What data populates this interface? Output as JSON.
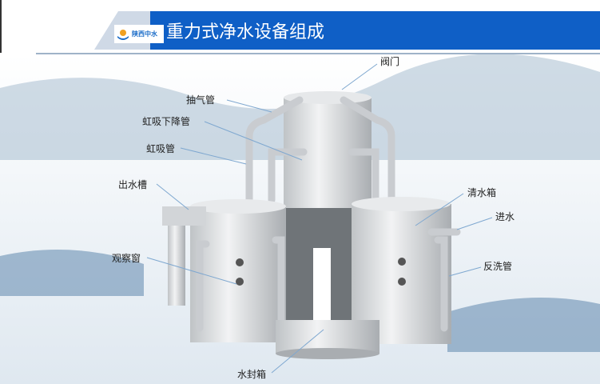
{
  "header": {
    "title": "重力式净水设备组成",
    "logo_text": "陕西中水",
    "accent": "#0f5fc6"
  },
  "labels": {
    "valve": "阀门",
    "exhaust_pipe": "抽气管",
    "siphon_down_pipe": "虹吸下降管",
    "siphon_pipe": "虹吸管",
    "outlet_trough": "出水槽",
    "observation_window": "观察窗",
    "clean_water_tank": "清水箱",
    "water_inlet": "进水",
    "backwash_pipe": "反洗管",
    "water_seal_tank": "水封箱"
  }
}
